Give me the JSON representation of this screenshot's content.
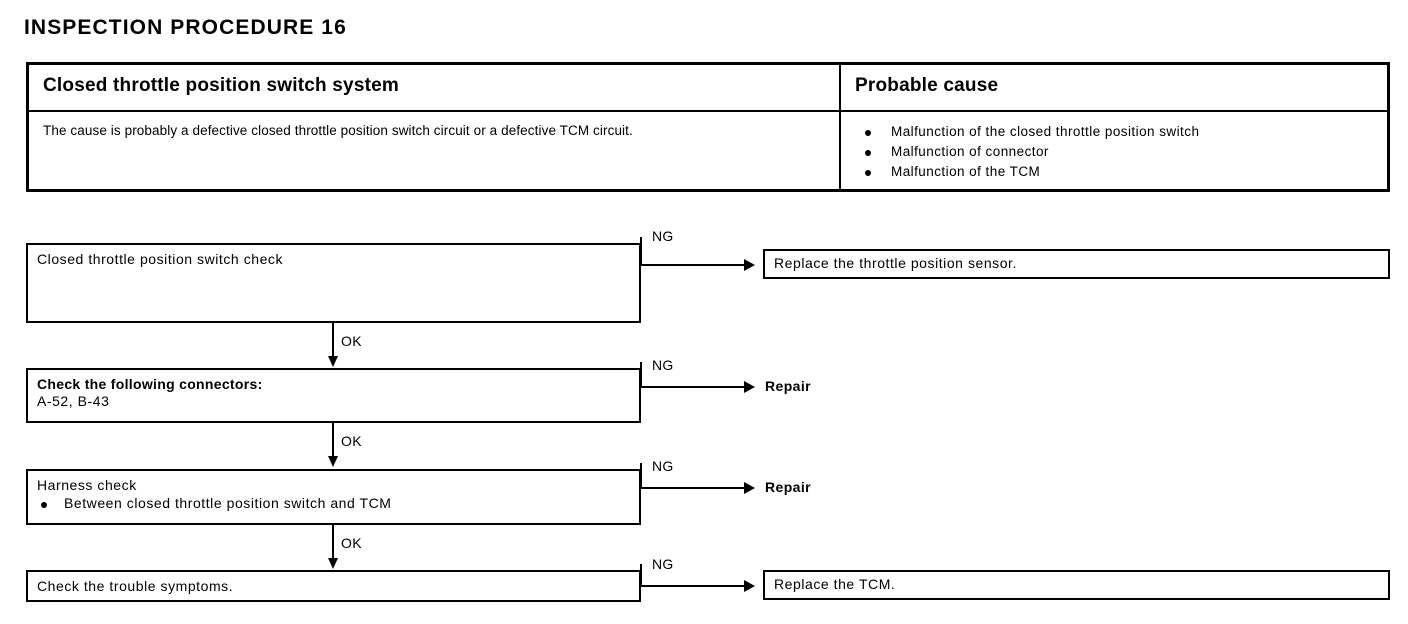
{
  "title": "INSPECTION PROCEDURE 16",
  "table": {
    "headers": {
      "system": "Closed throttle position switch system",
      "cause": "Probable cause"
    },
    "description": "The cause is probably a defective closed throttle position switch circuit or a defective TCM circuit.",
    "probable_causes": [
      "Malfunction of the closed throttle position switch",
      "Malfunction of connector",
      "Malfunction of the TCM"
    ]
  },
  "flowchart": {
    "steps": [
      {
        "line1": "Closed throttle position switch check",
        "line2": "",
        "bullet": "",
        "branch_label": "NG",
        "down_label": "OK",
        "result_type": "box",
        "result": "Replace the throttle position sensor."
      },
      {
        "line1": "Check the following connectors:",
        "line2": "A-52, B-43",
        "bullet": "",
        "branch_label": "NG",
        "down_label": "OK",
        "result_type": "text",
        "result": "Repair"
      },
      {
        "line1": "Harness check",
        "line2": "",
        "bullet": "Between closed throttle position switch and TCM",
        "branch_label": "NG",
        "down_label": "OK",
        "result_type": "text",
        "result": "Repair"
      },
      {
        "line1": "Check the trouble symptoms.",
        "line2": "",
        "bullet": "",
        "branch_label": "NG",
        "down_label": "",
        "result_type": "box",
        "result": "Replace the TCM."
      }
    ]
  },
  "colors": {
    "ink": "#000000",
    "paper": "#ffffff"
  }
}
